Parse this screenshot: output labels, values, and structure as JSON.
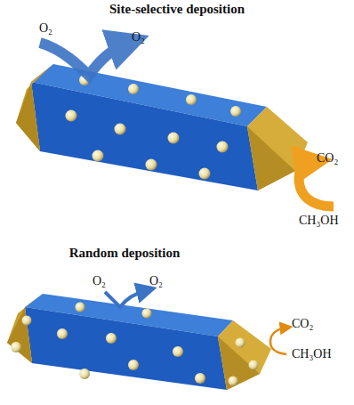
{
  "diagram": {
    "labels": [
      "Site-selective deposition",
      "O₂",
      "O₂",
      "CO₂",
      "CH₃OH",
      "Random deposition",
      "O₂",
      "O₂",
      "CO₂",
      "CH₃OH"
    ]
  }
}
